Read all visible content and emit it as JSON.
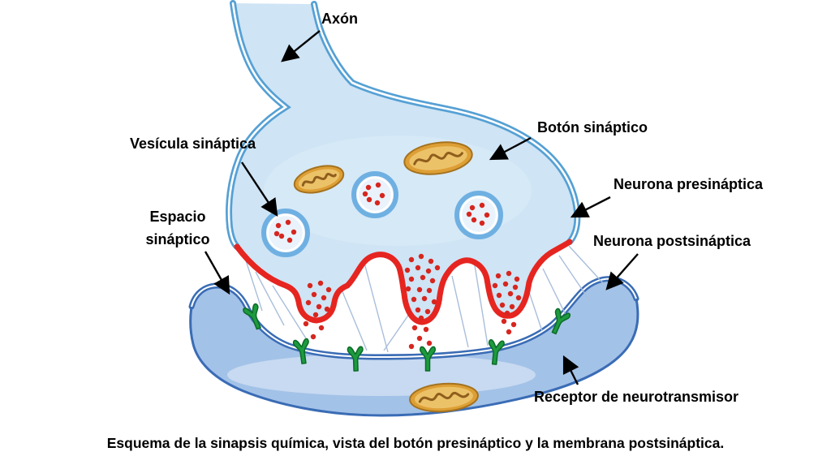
{
  "diagram": {
    "labels": {
      "axon": "Axón",
      "vesicle": "Vesícula sináptica",
      "space_line1": "Espacio",
      "space_line2": "sináptico",
      "bouton": "Botón sináptico",
      "presynaptic": "Neurona presináptica",
      "postsynaptic": "Neurona postsináptica",
      "receptor": "Receptor de neurotransmisor"
    },
    "caption": "Esquema de la sinapsis química, vista del botón presináptico y la membrana postsináptica."
  },
  "colors": {
    "cell_fill": "#cfe4f5",
    "membrane_blue": "#55a0d4",
    "membrane_red": "#e62520",
    "post_fill": "#a3c2e8",
    "post_membrane": "#3a6cb5",
    "receptor_green": "#1d9a3e",
    "mito_fill": "#dd9f35",
    "mito_line": "#8f5e1c",
    "neurotransmitter_red": "#d6261f"
  }
}
